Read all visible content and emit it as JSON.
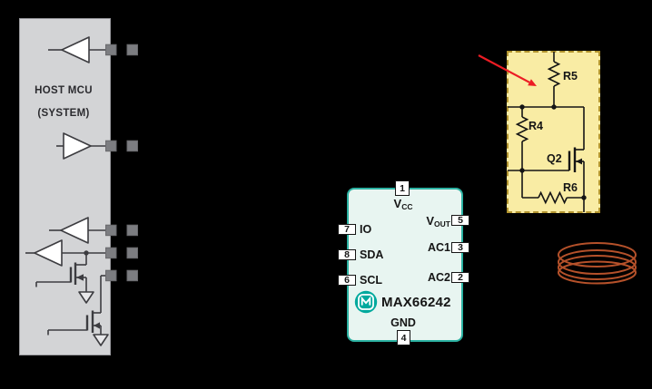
{
  "mcu": {
    "title": "HOST MCU",
    "subtitle": "(SYSTEM)"
  },
  "chip": {
    "name": "MAX66242",
    "logo_icon": "maxim-logo-icon",
    "pins": {
      "top": {
        "number": "1",
        "label": "V",
        "sub": "CC"
      },
      "bottom": {
        "number": "4",
        "label": "GND"
      },
      "left": [
        {
          "number": "7",
          "label": "IO"
        },
        {
          "number": "8",
          "label": "SDA"
        },
        {
          "number": "6",
          "label": "SCL"
        }
      ],
      "right": [
        {
          "number": "5",
          "label": "V",
          "sub": "OUT"
        },
        {
          "number": "3",
          "label": "AC1"
        },
        {
          "number": "2",
          "label": "AC2"
        }
      ]
    }
  },
  "highlight_circuit": {
    "resistor_top": "R5",
    "resistor_left": "R4",
    "transistor": "Q2",
    "resistor_bottom": "R6"
  },
  "icons": {
    "coil": "antenna-coil-icon",
    "callout": "red-arrow-icon",
    "ground": "ground-icon",
    "buffer": "buffer-gate-icon",
    "mosfet": "nmos-transistor-icon"
  },
  "colors": {
    "background": "#000000",
    "mcu_fill": "#d3d4d6",
    "pin_pad_gray": "#7c7d81",
    "chip_border_teal": "#2cb2a2",
    "chip_fill": "#e8f5f1",
    "logo_teal": "#00a99d",
    "highlight_fill": "#f9eca4",
    "highlight_border": "#b2942e",
    "arrow_red": "#ec1c24",
    "coil_orange": "#b5512a",
    "wire_dark": "#151515"
  }
}
